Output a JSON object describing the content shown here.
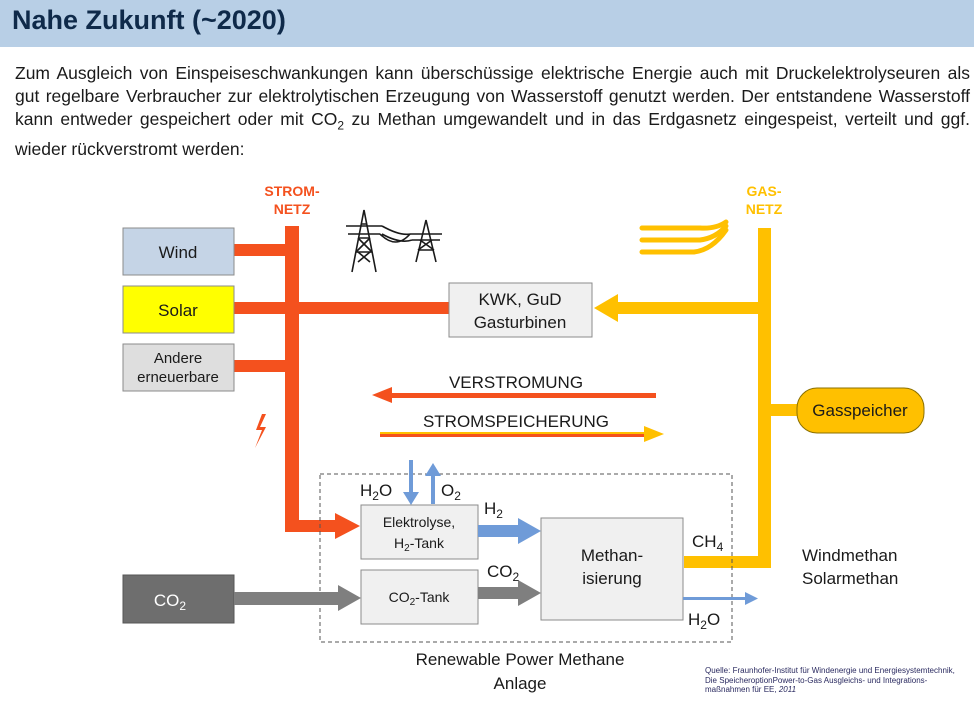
{
  "header": {
    "title": "Nahe Zukunft (~2020)"
  },
  "intro": {
    "before_sub": "Zum Ausgleich von Einspeiseschwankungen kann überschüssige elektrische Energie auch mit Druckelektrolyseuren als gut regelbare Verbraucher zur elektrolytischen Erzeugung von Wasserstoff genutzt werden. Der entstandene Wasserstoff kann entweder gespeichert oder mit CO",
    "sub": "2",
    "after_sub": " zu Methan umgewandelt und in das Erdgasnetz eingespeist, verteilt und ggf. wieder rückverstromt werden:"
  },
  "diagram": {
    "strom_netz": [
      "STROM-",
      "NETZ"
    ],
    "gas_netz": [
      "GAS-",
      "NETZ"
    ],
    "sources": {
      "wind": "Wind",
      "solar": "Solar",
      "andere": [
        "Andere",
        "erneuerbare"
      ]
    },
    "kwk": [
      "KWK, GuD",
      "Gasturbinen"
    ],
    "verstromung": "VERSTROMUNG",
    "stromspeicherung": "STROMSPEICHERUNG",
    "gasspeicher": "Gasspeicher",
    "h2o_in": {
      "main": "H",
      "sub": "2",
      "rest": "O"
    },
    "o2_out": {
      "main": "O",
      "sub": "2"
    },
    "h2": {
      "main": "H",
      "sub": "2"
    },
    "co2_flow": {
      "main": "CO",
      "sub": "2"
    },
    "ch4": {
      "main": "CH",
      "sub": "4"
    },
    "h2o_out": {
      "main": "H",
      "sub": "2",
      "rest": "O"
    },
    "elektrolyse": {
      "line1": "Elektrolyse,",
      "line2_main": "H",
      "line2_sub": "2",
      "line2_rest": "-Tank"
    },
    "co2_tank": {
      "main": "CO",
      "sub": "2",
      "rest": "-Tank"
    },
    "co2_source": {
      "main": "CO",
      "sub": "2"
    },
    "methanisierung": [
      "Methan-",
      "isierung"
    ],
    "outputs": [
      "Windmethan",
      "Solarmethan"
    ],
    "anlage": [
      "Renewable Power Methane",
      "Anlage"
    ]
  },
  "source": {
    "line1": "Quelle: Fraunhofer-Institut für Windenergie und Energiesystemtechnik,",
    "line2": "Die SpeicheroptionPower-to-Gas Ausgleichs- und Integrations-",
    "line3": "maßnahmen für EE,",
    "year": "2011"
  },
  "colors": {
    "strom": "#f4511e",
    "gas": "#ffc000",
    "co2": "#7f7f7f",
    "h2": "#6f9bd8",
    "wind_box": "#c5d4e6",
    "solar_box": "#ffff00",
    "gray_box": "#dedede",
    "co2_box": "#6e6e6e"
  }
}
